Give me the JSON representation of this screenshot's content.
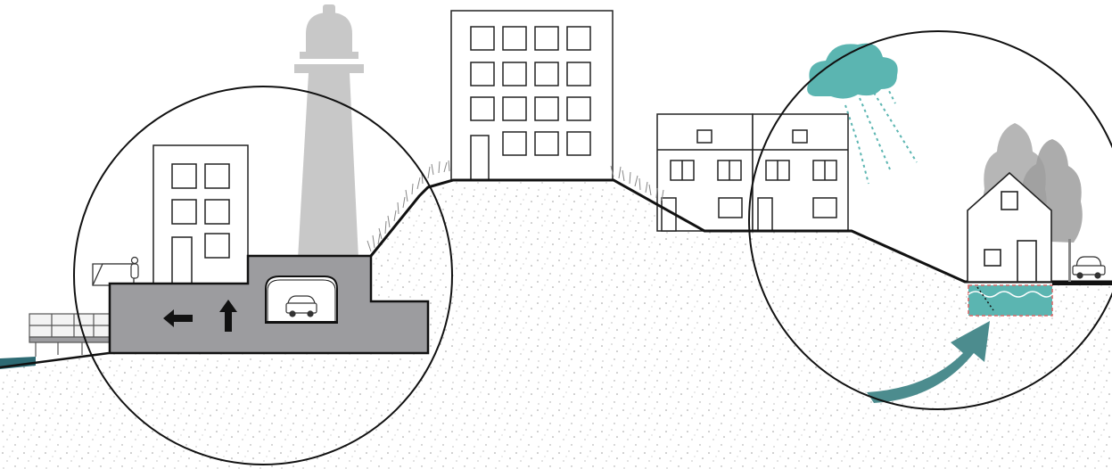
{
  "diagram": {
    "kind": "urban-section-illustration",
    "text_labels": [],
    "palette": {
      "ground_fill": "#ffffff",
      "ground_speckle": "#9a9a9a",
      "outline": "#111111",
      "lighthouse": "#c8c8c8",
      "bunker": "#9c9c9f",
      "rain_cloud": "#5bb5b1",
      "flood_water": "#5bb5b1",
      "flood_border": "#d86a6a",
      "sea_water": "#2d6a73",
      "trees": "#9d9d9d",
      "arrow": "#4c8c8e"
    }
  },
  "icons": {
    "left_arrow": "arrow-left",
    "up_arrow": "arrow-up",
    "car": "car",
    "cyclist": "person",
    "groundwater_arrow": "curved-arrow"
  }
}
